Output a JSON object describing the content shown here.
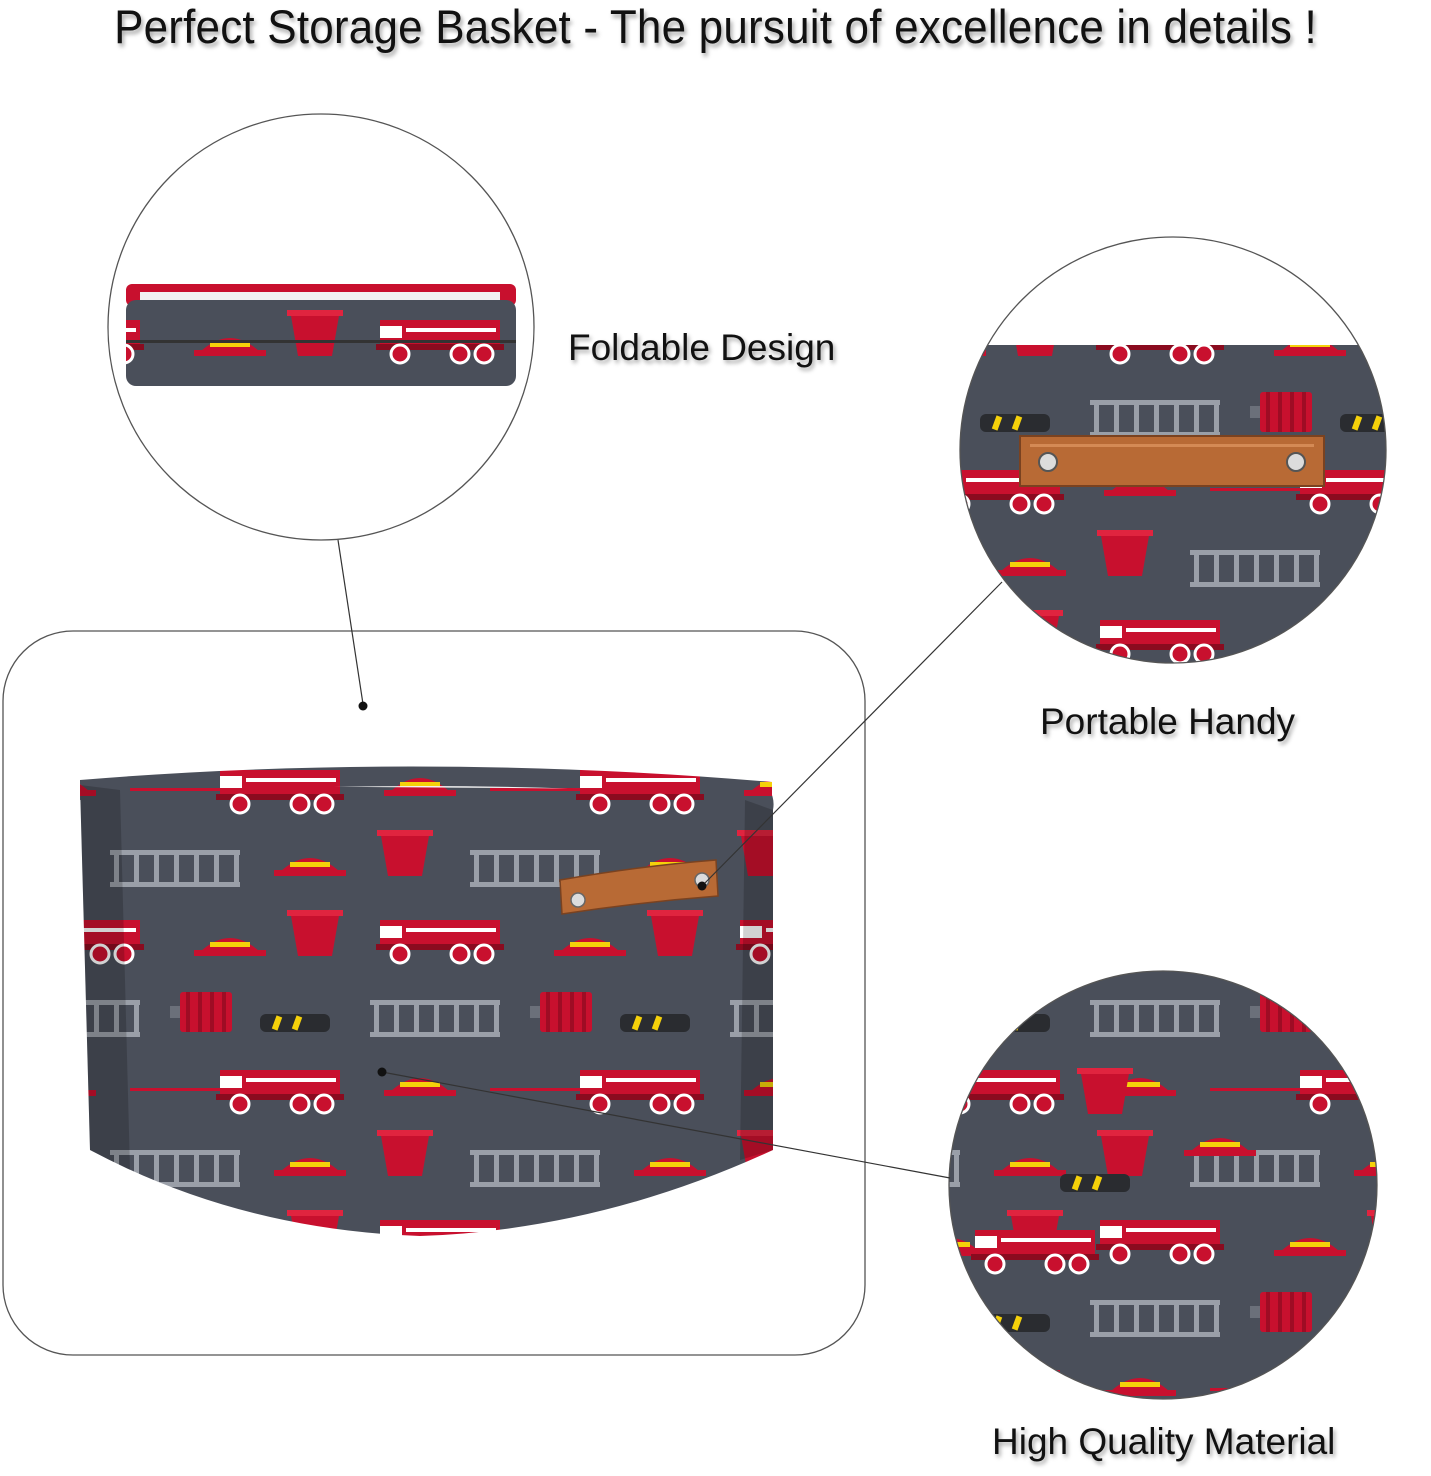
{
  "headline": "Perfect Storage Basket - The pursuit of excellence in details !",
  "callouts": {
    "foldable": "Foldable Design",
    "handle": "Portable Handy",
    "material": "High Quality Material"
  },
  "icons": {
    "main_product": "fire-truck-pattern-storage-basket",
    "folded_view": "folded-basket-image",
    "handle_view": "leather-handle-closeup",
    "material_view": "fabric-pattern-closeup"
  },
  "colors": {
    "fabric_bg": "#4a4f5a",
    "truck_red": "#c8102e",
    "helmet_yellow": "#f5d10a",
    "ladder_gray": "#9a9fa8",
    "leather": "#b86a35",
    "line": "#222222"
  }
}
